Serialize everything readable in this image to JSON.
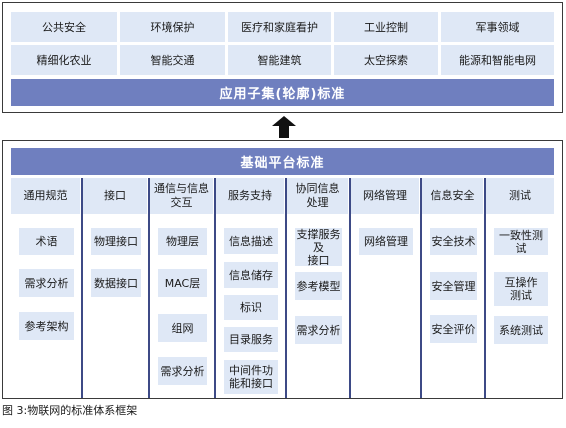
{
  "top_section": {
    "rows": [
      [
        "公共安全",
        "环境保护",
        "医疗和家庭看护",
        "工业控制",
        "军事领域"
      ],
      [
        "精细化农业",
        "智能交通",
        "智能建筑",
        "太空探索",
        "能源和智能电网"
      ]
    ],
    "bar_label": "应用子集(轮廓)标准"
  },
  "bottom_section": {
    "bar_label": "基础平台标准",
    "columns": [
      {
        "header": [
          "通用规范"
        ],
        "items": [
          [
            "术语"
          ],
          [
            "需求分析"
          ],
          [
            "参考架构"
          ]
        ]
      },
      {
        "header": [
          "接口"
        ],
        "items": [
          [
            "物理接口"
          ],
          [
            "数据接口"
          ]
        ]
      },
      {
        "header": [
          "通信与信息",
          "交互"
        ],
        "items": [
          [
            "物理层"
          ],
          [
            "MAC层"
          ],
          [
            "组网"
          ],
          [
            "需求分析"
          ]
        ]
      },
      {
        "header": [
          "服务支持"
        ],
        "items": [
          [
            "信息描述"
          ],
          [
            "信息储存"
          ],
          [
            "标识"
          ],
          [
            "目录服务"
          ],
          [
            "中间件功",
            "能和接口"
          ]
        ]
      },
      {
        "header": [
          "协同信息",
          "处理"
        ],
        "items": [
          [
            "支撑服务及",
            "接口"
          ],
          [
            "参考模型"
          ],
          [
            "需求分析"
          ]
        ]
      },
      {
        "header": [
          "网络管理"
        ],
        "items": [
          [
            "网络管理"
          ]
        ]
      },
      {
        "header": [
          "信息安全"
        ],
        "items": [
          [
            "安全技术"
          ],
          [
            "安全管理"
          ],
          [
            "安全评价"
          ]
        ]
      },
      {
        "header": [
          "测试"
        ],
        "items": [
          [
            "一致性测试"
          ],
          [
            "互操作",
            "测试"
          ],
          [
            "系统测试"
          ]
        ]
      }
    ]
  },
  "caption": "图 3:物联网的标准体系框架"
}
